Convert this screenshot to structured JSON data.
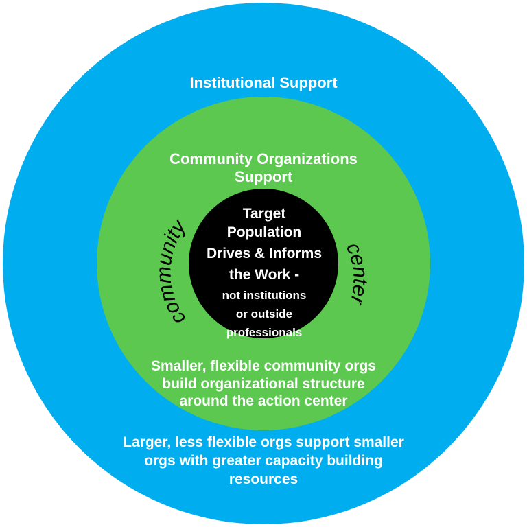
{
  "colors": {
    "outer_ring": "#00adef",
    "middle_ring": "#5cc84f",
    "inner_circle": "#000000",
    "label_text": "#ffffff",
    "curved_text": "#000000"
  },
  "outer": {
    "title": "Institutional Support",
    "description_lines": [
      "Larger, less flexible orgs support smaller",
      "orgs with greater capacity building",
      "resources"
    ]
  },
  "middle": {
    "title_lines": [
      "Community Organizations",
      "Support"
    ],
    "description_lines": [
      "Smaller, flexible community orgs",
      "build organizational structure",
      "around the action center"
    ]
  },
  "inner": {
    "main_lines": [
      "Target",
      "Population",
      "Drives & Informs",
      "the Work -"
    ],
    "sub_lines": [
      "not institutions",
      "or outside",
      "professionals"
    ]
  },
  "curved_words": {
    "left": "community",
    "right": "center"
  }
}
